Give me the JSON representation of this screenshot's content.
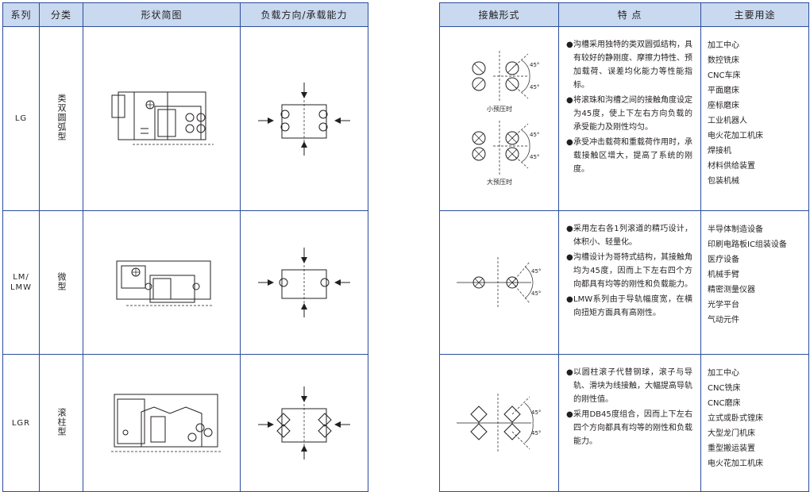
{
  "left_table": {
    "headers": [
      "系列",
      "分类",
      "形状简图",
      "负载方向/承载能力"
    ],
    "rows": [
      {
        "series": "LG",
        "class": "类双圆弧型"
      },
      {
        "series": "LM/\nLMW",
        "class": "微型"
      },
      {
        "series": "LGR",
        "class": "滚柱型"
      }
    ]
  },
  "right_table": {
    "headers": [
      "接触形式",
      "特 点",
      "主要用途"
    ],
    "rows": [
      {
        "contact_captions": [
          "小预压时",
          "大预压时"
        ],
        "angle_label": "45°",
        "features": [
          "沟槽采用独特的类双圆弧结构，具有较好的静刚度、摩擦力特性、预加载荷、误差均化能力等性能指标。",
          "将滚珠和沟槽之间的接触角度设定为45度，使上下左右方向负载的承受能力及刚性均匀。",
          "承受冲击载荷和重载荷作用时，承载接触区增大，提高了系统的刚度。"
        ],
        "usages": [
          "加工中心",
          "数控铣床",
          "CNC车床",
          "平面磨床",
          "座标磨床",
          "工业机器人",
          "电火花加工机床",
          "焊接机",
          "材料供给装置",
          "包装机械"
        ]
      },
      {
        "angle_label": "45°",
        "features": [
          "采用左右各1列滚道的精巧设计，体积小、轻量化。",
          "沟槽设计为哥特式结构，其接触角均为45度，因而上下左右四个方向都具有均等的刚性和负载能力。",
          "LMW系列由于导轨幅度宽，在横向扭矩方面具有高刚性。"
        ],
        "usages": [
          "半导体制造设备",
          "印刷电路板IC组装设备",
          "医疗设备",
          "机械手臂",
          "精密测量仪器",
          "光学平台",
          "气动元件"
        ]
      },
      {
        "angle_label": "45°",
        "features": [
          "以圆柱滚子代替钢球，滚子与导轨、滑块为线接触，大幅提高导轨的刚性值。",
          "采用DB45度组合，因而上下左右四个方向都具有均等的刚性和负载能力。"
        ],
        "usages": [
          "加工中心",
          "CNC铣床",
          "CNC磨床",
          "立式或卧式镗床",
          "大型龙门机床",
          "重型搬运装置",
          "电火花加工机床"
        ]
      }
    ]
  },
  "bullet": "●",
  "colors": {
    "border": "#2b4d9c",
    "header_bg": "#c9d9ef",
    "text": "#231f20"
  }
}
